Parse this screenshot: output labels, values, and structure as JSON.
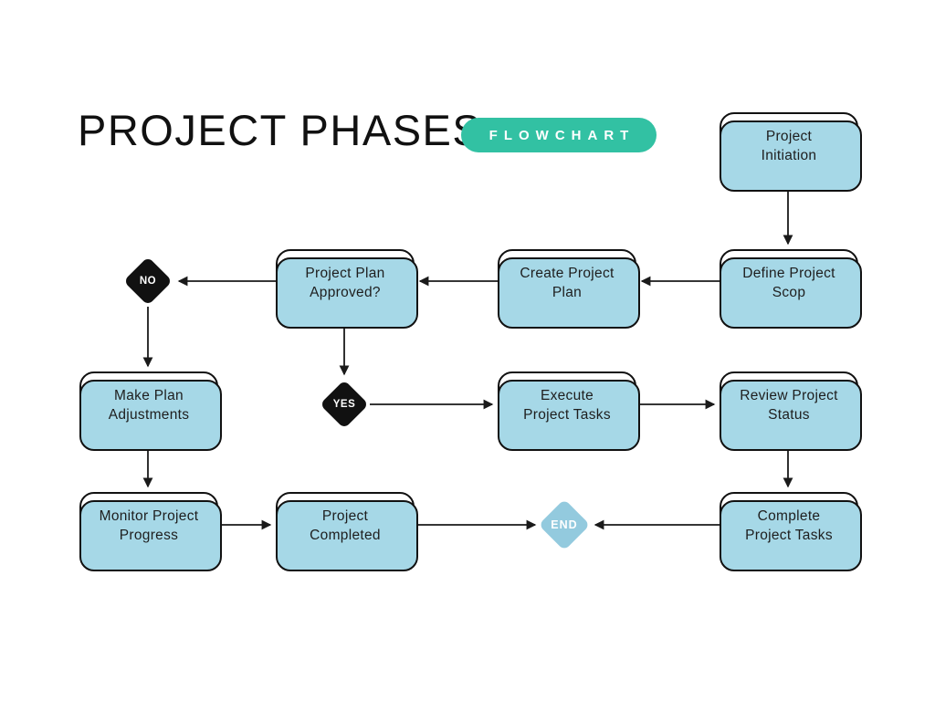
{
  "title": "PROJECT PHASES",
  "badge": "FLOWCHART",
  "colors": {
    "accent_teal": "#32c1a3",
    "node_fill": "#ffffff",
    "node_border": "#111111",
    "node_shadow_blue": "#a6d8e7",
    "decision_diamond_black": "#111111",
    "end_diamond_blue": "#93cade",
    "connector_line": "#1a1a1a",
    "background": "#ffffff"
  },
  "nodes": {
    "project_initiation": {
      "label": "Project\nInitiation"
    },
    "define_project_scope": {
      "label": "Define Project\nScop"
    },
    "create_project_plan": {
      "label": "Create Project\nPlan"
    },
    "project_plan_approved": {
      "label": "Project Plan\nApproved?"
    },
    "make_plan_adjustments": {
      "label": "Make Plan\nAdjustments"
    },
    "execute_project_tasks": {
      "label": "Execute\nProject Tasks"
    },
    "review_project_status": {
      "label": "Review Project\nStatus"
    },
    "monitor_project_progress": {
      "label": "Monitor Project\nProgress"
    },
    "project_completed": {
      "label": "Project\nCompleted"
    },
    "complete_project_tasks": {
      "label": "Complete\nProject Tasks"
    }
  },
  "decisions": {
    "no": {
      "label": "NO"
    },
    "yes": {
      "label": "YES"
    },
    "end": {
      "label": "END"
    }
  },
  "edges": [
    {
      "from": "project_initiation",
      "to": "define_project_scope"
    },
    {
      "from": "define_project_scope",
      "to": "create_project_plan"
    },
    {
      "from": "create_project_plan",
      "to": "project_plan_approved"
    },
    {
      "from": "project_plan_approved",
      "to": "no"
    },
    {
      "from": "no",
      "to": "make_plan_adjustments"
    },
    {
      "from": "project_plan_approved",
      "to": "yes"
    },
    {
      "from": "yes",
      "to": "execute_project_tasks"
    },
    {
      "from": "execute_project_tasks",
      "to": "review_project_status"
    },
    {
      "from": "review_project_status",
      "to": "complete_project_tasks"
    },
    {
      "from": "complete_project_tasks",
      "to": "end"
    },
    {
      "from": "make_plan_adjustments",
      "to": "monitor_project_progress"
    },
    {
      "from": "monitor_project_progress",
      "to": "project_completed"
    },
    {
      "from": "project_completed",
      "to": "end"
    }
  ]
}
